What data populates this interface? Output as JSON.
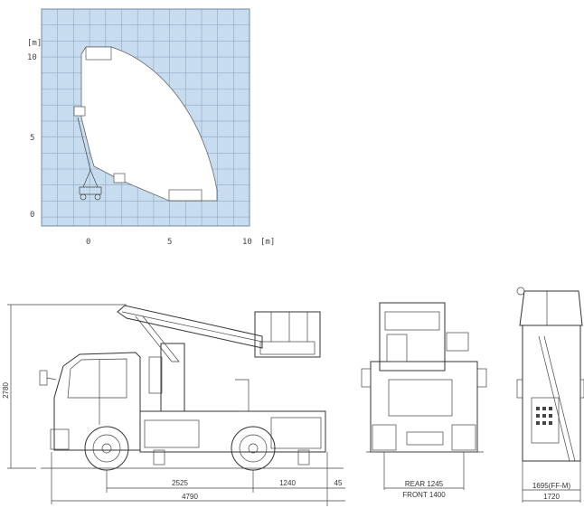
{
  "reach_chart": {
    "y_unit": "[m]",
    "x_unit": "[m]",
    "y_ticks": [
      "10",
      "5",
      "0"
    ],
    "x_ticks": [
      "0",
      "5",
      "10"
    ],
    "colors": {
      "grid_fill": "#c8dcef",
      "grid_line": "#8fa8c2",
      "envelope": "#ffffff"
    }
  },
  "dimensions": {
    "overall_height": "2780",
    "wheelbase": "2525",
    "rear_overhang": "1240",
    "tail": "45",
    "overall_length": "4790",
    "tread_rear": "REAR   1245",
    "tread_front": "FRONT   1400",
    "frame_width": "1695(FF-M)",
    "overall_width": "1720"
  }
}
